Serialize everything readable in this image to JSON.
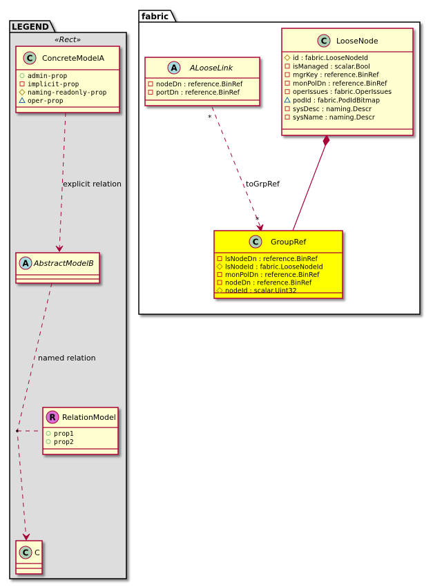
{
  "colors": {
    "class_fill": "#FEFECE",
    "class_border": "#A80036",
    "highlight_fill": "#FFFF00",
    "legend_bg": "#DDDDDD",
    "circle_class": "#ADD1B2",
    "circle_abstract": "#A9DCDF",
    "circle_relation": "#DA70D6",
    "vis_public": "#84BE84",
    "vis_private": "#C82930",
    "vis_protected": "#B38D22",
    "vis_package": "#1963A0"
  },
  "legend": {
    "title": "LEGEND",
    "stereotype": "«Rect»",
    "concrete": {
      "glyph": "C",
      "name": "ConcreteModelA",
      "attrs": [
        {
          "vis": "public",
          "text": "admin-prop"
        },
        {
          "vis": "private",
          "text": "implicit-prop"
        },
        {
          "vis": "protected",
          "text": "naming-readonly-prop"
        },
        {
          "vis": "package",
          "text": "oper-prop"
        }
      ]
    },
    "explicit_label": "explicit relation",
    "abstract": {
      "glyph": "A",
      "name": "AbstractModelB"
    },
    "named_label": "named relation",
    "relation": {
      "glyph": "R",
      "name": "RelationModel",
      "attrs": [
        {
          "vis": "public",
          "text": "prop1"
        },
        {
          "vis": "public",
          "text": "prop2"
        }
      ]
    },
    "c_class": {
      "glyph": "C",
      "name": "C"
    }
  },
  "fabric": {
    "title": "fabric",
    "aloose": {
      "glyph": "A",
      "name": "ALooseLink",
      "attrs": [
        {
          "vis": "private",
          "text": "nodeDn : reference.BinRef"
        },
        {
          "vis": "private",
          "text": "portDn : reference.BinRef"
        }
      ]
    },
    "loosenode": {
      "glyph": "C",
      "name": "LooseNode",
      "attrs": [
        {
          "vis": "protected",
          "text": "id : fabric.LooseNodeId"
        },
        {
          "vis": "private",
          "text": "isManaged : scalar.Bool"
        },
        {
          "vis": "private",
          "text": "mgrKey : reference.BinRef"
        },
        {
          "vis": "private",
          "text": "monPolDn : reference.BinRef"
        },
        {
          "vis": "private",
          "text": "operIssues : fabric.OperIssues"
        },
        {
          "vis": "package",
          "text": "podId : fabric.PodIdBitmap"
        },
        {
          "vis": "private",
          "text": "sysDesc : naming.Descr"
        },
        {
          "vis": "private",
          "text": "sysName : naming.Descr"
        }
      ]
    },
    "groupref": {
      "glyph": "C",
      "name": "GroupRef",
      "attrs": [
        {
          "vis": "private",
          "text": "lsNodeDn : reference.BinRef"
        },
        {
          "vis": "protected",
          "text": "lsNodeId : fabric.LooseNodeId"
        },
        {
          "vis": "private",
          "text": "monPolDn : reference.BinRef"
        },
        {
          "vis": "private",
          "text": "nodeDn : reference.BinRef"
        },
        {
          "vis": "protected",
          "text": "nodeId : scalar.Uint32"
        }
      ]
    },
    "edge_label": "toGrpRef",
    "mult_src": "*",
    "mult_dst": "*"
  }
}
